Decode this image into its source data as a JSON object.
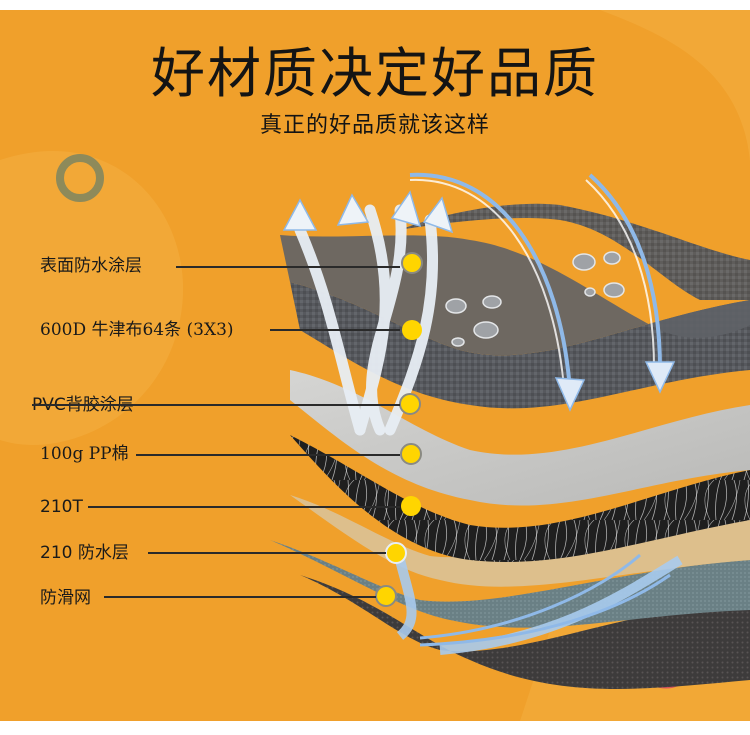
{
  "header": {
    "title": "好材质决定好品质",
    "subtitle": "真正的好品质就该这样"
  },
  "colors": {
    "background": "#f0a02b",
    "accent_yellow": "#ffd500",
    "ring_olive": "#8e8a5a",
    "ring_red": "#d9555a",
    "arrow_blue": "#8fb9e8"
  },
  "layers": [
    {
      "label": "表面防水涂层"
    },
    {
      "label": "600D 牛津布64条 (3X3)"
    },
    {
      "label": "PVC背胶涂层"
    },
    {
      "label": "100g PP棉"
    },
    {
      "label": "210T"
    },
    {
      "label": "210 防水层"
    },
    {
      "label": "防滑网"
    }
  ],
  "icons": [
    "water-drop-icon",
    "ring-decoration-icon",
    "arrow-icon"
  ]
}
